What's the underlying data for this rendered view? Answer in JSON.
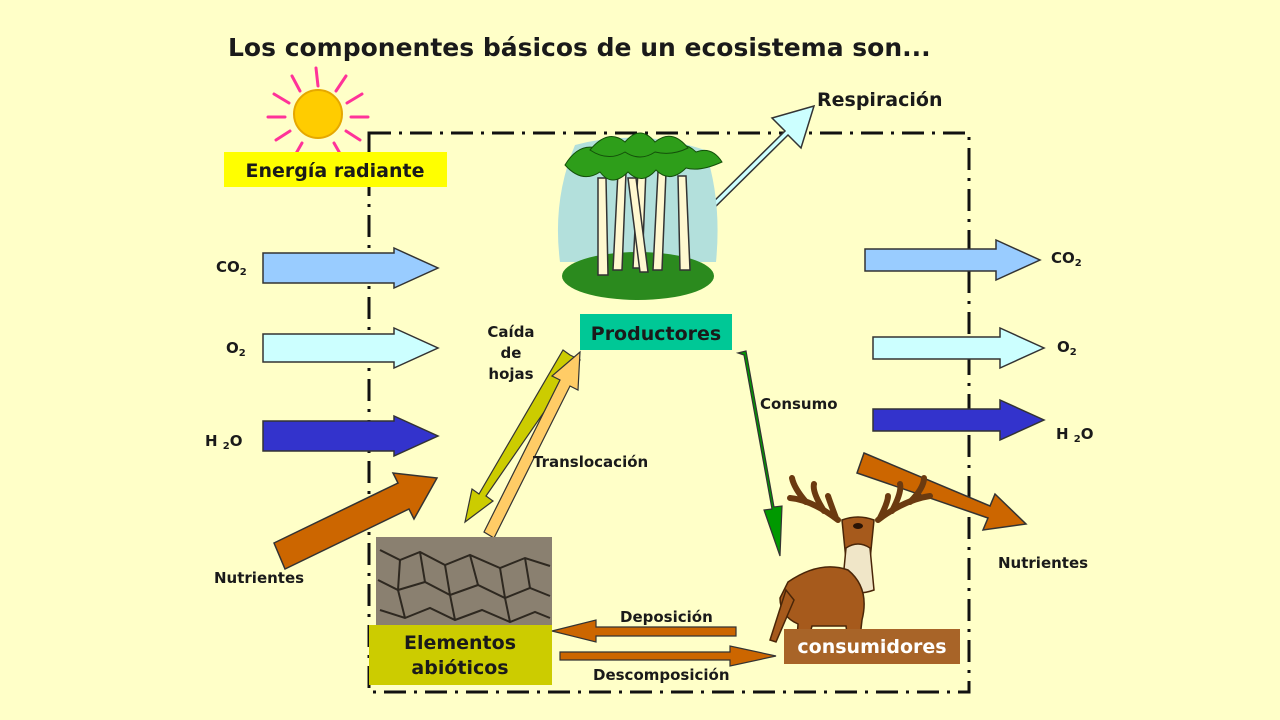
{
  "title": "Los componentes básicos de un ecosistema son...",
  "energy_label": "Energía radiante",
  "respiration_label": "Respiración",
  "producers_label": "Productores",
  "consumers_label": "consumidores",
  "abiotic_label_line1": "Elementos",
  "abiotic_label_line2": "abióticos",
  "leaf_fall_line1": "Caída",
  "leaf_fall_line2": "de",
  "leaf_fall_line3": "hojas",
  "translocation_label": "Translocación",
  "consumption_label": "Consumo",
  "deposition_label": "Deposición",
  "decomposition_label": "Descomposición",
  "inputs": {
    "co2_base": "CO",
    "co2_sub": "2",
    "o2_base": "O",
    "o2_sub": "2",
    "h2o_pre": "H ",
    "h2o_sub": "2",
    "h2o_post": "O",
    "nutrients": "Nutrientes"
  },
  "outputs": {
    "co2_base": "CO",
    "co2_sub": "2",
    "o2_base": "O",
    "o2_sub": "2",
    "h2o_pre": "H ",
    "h2o_sub": "2",
    "h2o_post": "O",
    "nutrients": "Nutrientes"
  },
  "colors": {
    "background": "#ffffc8",
    "energy_box": "#ffff00",
    "producers_box": "#00c896",
    "consumers_box": "#a86428",
    "abiotic_box": "#cccc00",
    "co2_arrow": "#99ccff",
    "o2_arrow": "#ccffff",
    "h2o_arrow": "#3333cc",
    "nutrients_arrow": "#cc6600",
    "leaf_fall_arrow": "#cccc00",
    "translocation_arrow": "#ffcc66",
    "consumption_arrow": "#009900",
    "respiration_arrow": "#ccffff",
    "sun_body": "#ffcc00",
    "sun_rays": "#ff3399"
  }
}
